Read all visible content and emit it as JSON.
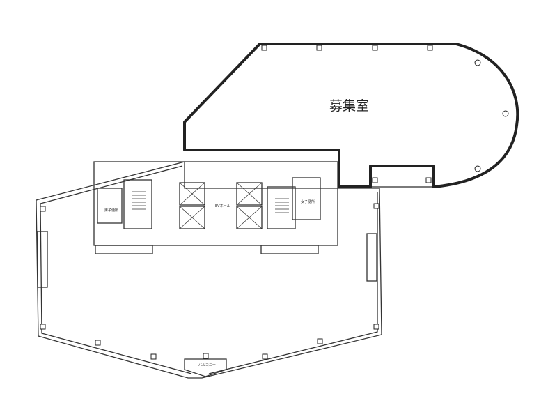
{
  "highlight": {
    "label": "募集室",
    "color": "#222222"
  },
  "rooms": {
    "mens_toilet": "男子便所",
    "womens_toilet": "女子便所",
    "elevator_hall": "EVホール",
    "balcony": "バルコニー"
  }
}
